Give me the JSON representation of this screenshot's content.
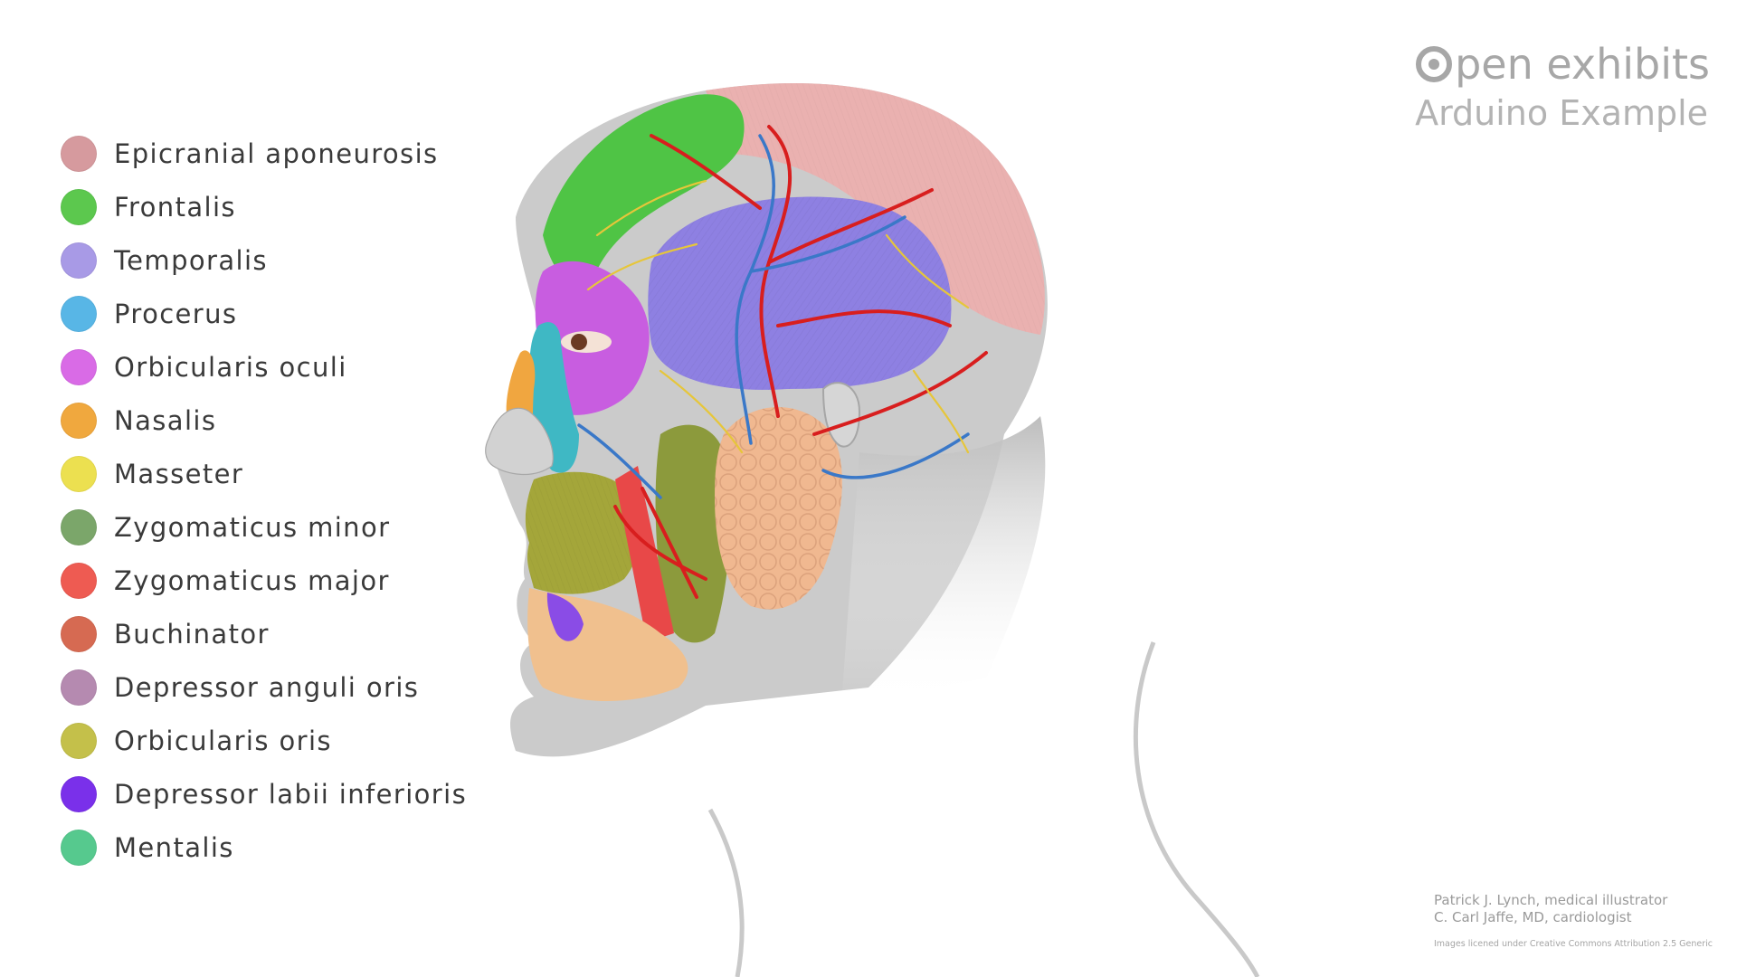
{
  "legend": {
    "items": [
      {
        "label": "Epicranial aponeurosis",
        "color": "#d69a9e"
      },
      {
        "label": "Frontalis",
        "color": "#5cc84e"
      },
      {
        "label": "Temporalis",
        "color": "#a89ae6"
      },
      {
        "label": "Procerus",
        "color": "#58b6e6"
      },
      {
        "label": "Orbicularis oculi",
        "color": "#d96be6"
      },
      {
        "label": "Nasalis",
        "color": "#f0a83e"
      },
      {
        "label": "Masseter",
        "color": "#ece050"
      },
      {
        "label": "Zygomaticus minor",
        "color": "#7ba66a"
      },
      {
        "label": "Zygomaticus major",
        "color": "#ee5b52"
      },
      {
        "label": "Buchinator",
        "color": "#d66a52"
      },
      {
        "label": "Depressor anguli oris",
        "color": "#b58ab0"
      },
      {
        "label": "Orbicularis oris",
        "color": "#c4c04a"
      },
      {
        "label": "Depressor labii inferioris",
        "color": "#7a30ea"
      },
      {
        "label": "Mentalis",
        "color": "#56c98e"
      }
    ]
  },
  "brand": {
    "title": "pen exhibits",
    "subtitle": "Arduino Example",
    "logo_icon": "open-exhibits-logo-icon"
  },
  "credits": {
    "line1": "Patrick J. Lynch, medical illustrator",
    "line2": "C. Carl Jaffe, MD, cardiologist",
    "license": "Images licened under Creative Commons Attribution 2.5 Generic"
  },
  "illustration": {
    "subject": "head-muscles-anatomy-illustration",
    "colors": {
      "skin_gray": "#c9c9c9",
      "scalp_pink": "#eab1b0",
      "frontalis_green": "#4fc445",
      "temporalis_purple": "#8e80e2",
      "orbicularis_oculi_magenta": "#c85de0",
      "procerus_cyan": "#3fb8c4",
      "nasalis_orange": "#f0a640",
      "orbicularis_oris_olive": "#a4a63a",
      "zygomaticus_major_red": "#e84848",
      "gland_peach": "#f0b890",
      "depressor_labii_violet": "#8a4ce6",
      "artery_red": "#d81e1e",
      "vein_blue": "#3a78c8",
      "nerve_yellow": "#e6c63a"
    }
  }
}
